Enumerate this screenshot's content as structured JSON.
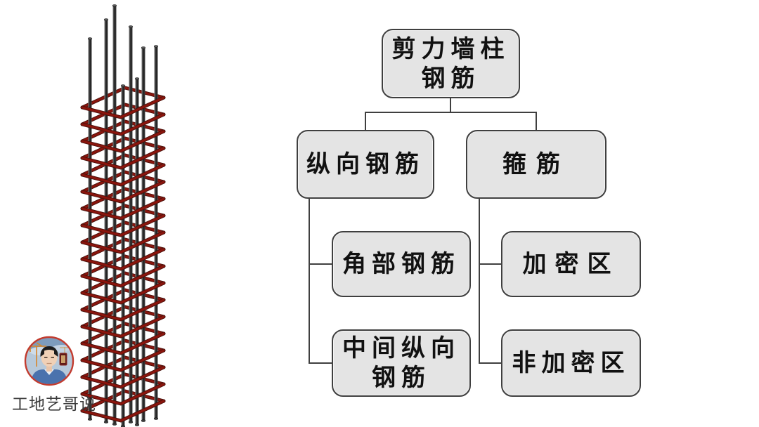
{
  "flowchart": {
    "nodes": {
      "root": {
        "label": "剪力墙柱\n钢筋"
      },
      "longitudinal_rebar": {
        "label": "纵向钢筋"
      },
      "stirrups": {
        "label": "箍筋"
      },
      "corner_rebar": {
        "label": "角部钢筋"
      },
      "middle_longitudinal_rebar": {
        "label": "中间纵向\n钢筋"
      },
      "densified_zone": {
        "label": "加密区"
      },
      "non_densified_zone": {
        "label": "非加密区"
      }
    },
    "style": {
      "box_fill": "#e4e4e4",
      "box_border": "#3f3f3f",
      "text_color": "#111111",
      "connector_color": "#3f3f3f"
    }
  },
  "illustration": {
    "icon": "rebar-column-3d-illustration",
    "bar_color_dark": "#232323",
    "bar_color_light": "#7d7d7d",
    "stirrup_color": "#8a150d",
    "stirrup_outline": "#45100b"
  },
  "branding": {
    "avatar_icon": "construction-worker-avatar",
    "name": "工地艺哥说",
    "ring_color": "#c23b2e"
  }
}
